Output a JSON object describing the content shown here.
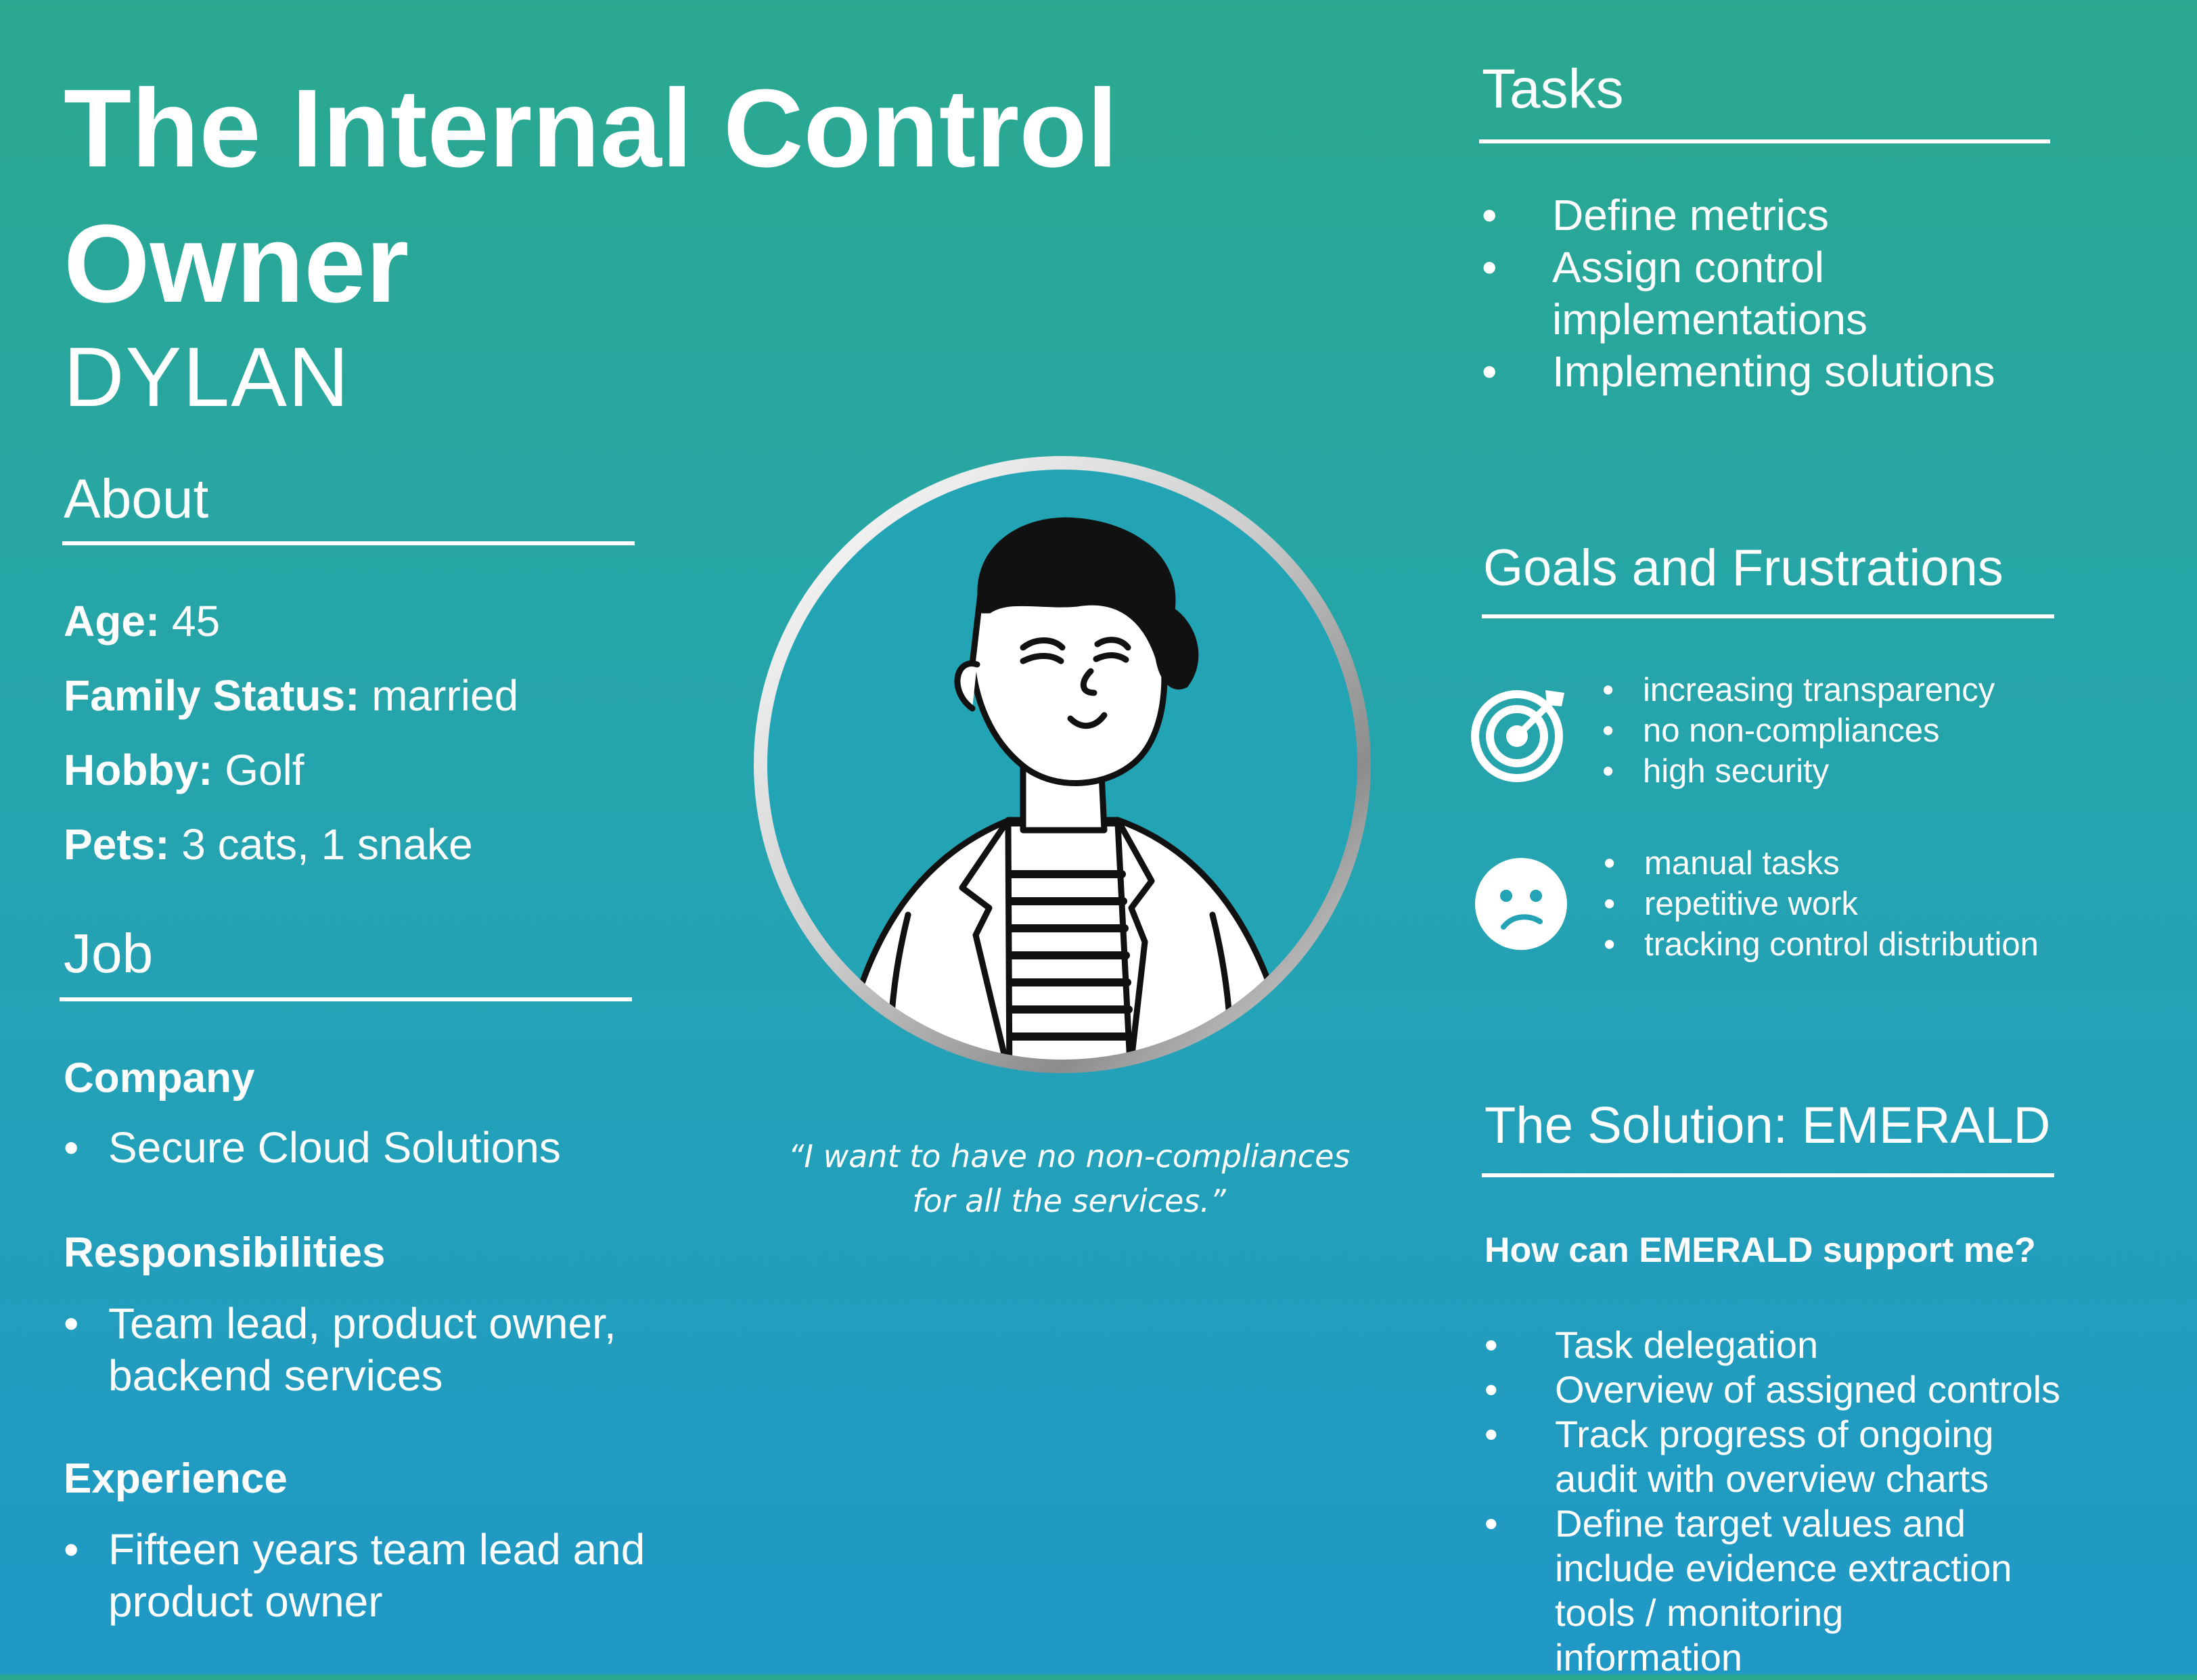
{
  "header": {
    "title": "The Internal Control Owner",
    "name": "DYLAN"
  },
  "about": {
    "heading": "About",
    "fields": [
      {
        "label": "Age:",
        "value": " 45"
      },
      {
        "label": "Family Status:",
        "value": " married"
      },
      {
        "label": "Hobby:",
        "value": " Golf"
      },
      {
        "label": "Pets:",
        "value": " 3 cats, 1 snake"
      }
    ]
  },
  "job": {
    "heading": "Job",
    "company": {
      "label": "Company",
      "items": [
        "Secure Cloud Solutions"
      ]
    },
    "responsibilities": {
      "label": "Responsibilities",
      "items": [
        "Team lead, product owner, backend services"
      ]
    },
    "experience": {
      "label": "Experience",
      "items": [
        "Fifteen years team lead and product owner"
      ]
    }
  },
  "quote": {
    "line1": "“I want to have no non-compliances",
    "line2": "for all the services.”"
  },
  "tasks": {
    "heading": "Tasks",
    "items": [
      "Define metrics",
      "Assign control implementations",
      "Implementing solutions"
    ]
  },
  "goals": {
    "heading": "Goals and Frustrations",
    "goal_icon": "target-icon",
    "goal_items": [
      "increasing transparency",
      "no non-compliances",
      "high security"
    ],
    "frustration_icon": "sad-face-icon",
    "frustration_items": [
      "manual tasks",
      "repetitive work",
      "tracking control distribution"
    ]
  },
  "solution": {
    "heading": "The Solution: EMERALD",
    "question": "How can EMERALD support me?",
    "items": [
      "Task delegation",
      "Overview of assigned controls",
      "Track progress of ongoing audit with overview charts",
      "Define target values and include evidence extraction tools / monitoring information"
    ]
  },
  "colors": {
    "gradient_top": "#2aa88e",
    "gradient_bottom": "#1f98c6",
    "text": "#ffffff",
    "avatar_bg": "#23a4b4"
  }
}
